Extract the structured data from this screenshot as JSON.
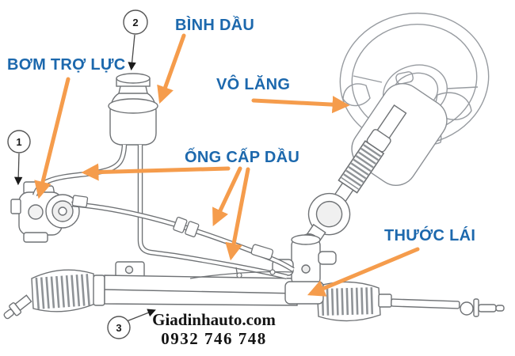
{
  "diagram": {
    "background_color": "#ffffff",
    "line_color": "#6f7275",
    "label_color": "#1c68ad",
    "arrow_color": "#f59c4c",
    "labels": {
      "pump": "BƠM TRỢ LỰC",
      "reservoir": "BÌNH DẦU",
      "steering_wheel": "VÔ LĂNG",
      "oil_supply_pipes": "ỐNG CẤP DẦU",
      "steering_rack": "THƯỚC LÁI"
    },
    "callouts": {
      "one": "1",
      "two": "2",
      "three": "3"
    },
    "watermark": {
      "website": "Giadinhauto.com",
      "phone": "0932 746 748"
    }
  }
}
